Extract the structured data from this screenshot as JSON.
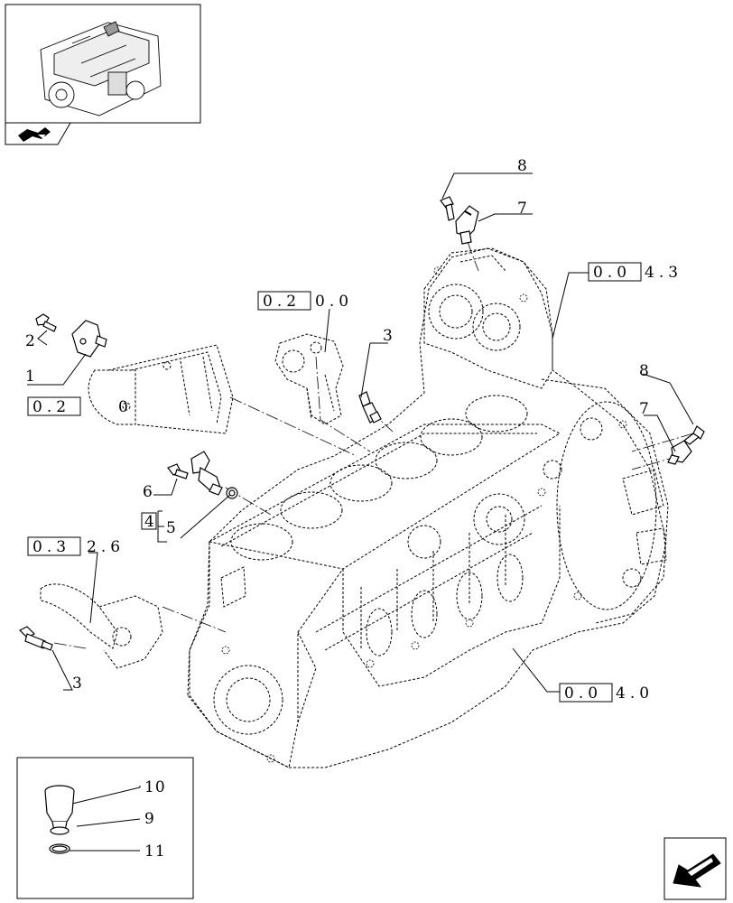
{
  "callouts": {
    "c1": "1",
    "c2": "2",
    "c3a": "3",
    "c3b": "3",
    "c4": "4",
    "c5": "5",
    "c6": "6",
    "c7a": "7",
    "c7b": "7",
    "c8a": "8",
    "c8b": "8",
    "c9": "9",
    "c10": "10",
    "c11": "11"
  },
  "references": {
    "r1": {
      "boxed": "0.0",
      "rest": "4.3"
    },
    "r2": {
      "boxed": "0.2",
      "rest": "0.0"
    },
    "r3": {
      "boxed": "0.2",
      "rest": "0"
    },
    "r4": {
      "boxed": "0.3",
      "rest": "2.6"
    },
    "r5": {
      "boxed": "0.0",
      "rest": "4.0"
    }
  },
  "icons": {
    "thumbnail": "engine-thumbnail-icon",
    "book": "book-arrow-icon",
    "nav": "next-page-arrow-icon"
  }
}
